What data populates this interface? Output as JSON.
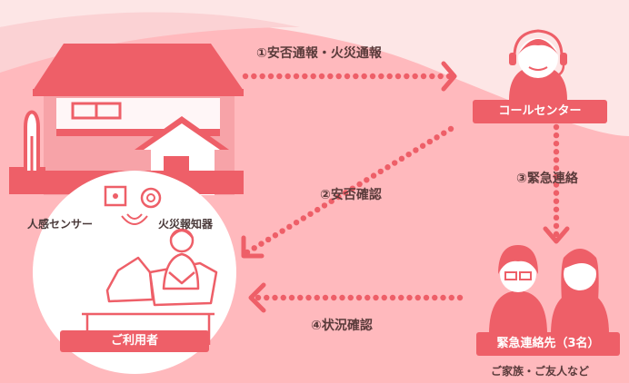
{
  "flow": {
    "step1": "①安否通報・火災通報",
    "step2": "②安否確認",
    "step3": "③緊急連絡",
    "step4": "④状況確認"
  },
  "home": {
    "sensor_label": "人感センサー",
    "fire_alarm_label": "火災報知器",
    "user_label": "ご利用者"
  },
  "call_center": {
    "label": "コールセンター"
  },
  "emergency_contacts": {
    "label": "緊急連絡先（3名）",
    "sublabel": "ご家族・ご友人など"
  },
  "colors": {
    "background": "#fde6e6",
    "wave": "#ffb7bb",
    "accent": "#ee5f68",
    "house_wall": "#f7a3a8"
  },
  "icons": [
    "house-icon",
    "tree-icon",
    "motion-sensor-icon",
    "fire-alarm-icon",
    "operator-headset-icon",
    "family-icon",
    "elderly-user-icon"
  ]
}
